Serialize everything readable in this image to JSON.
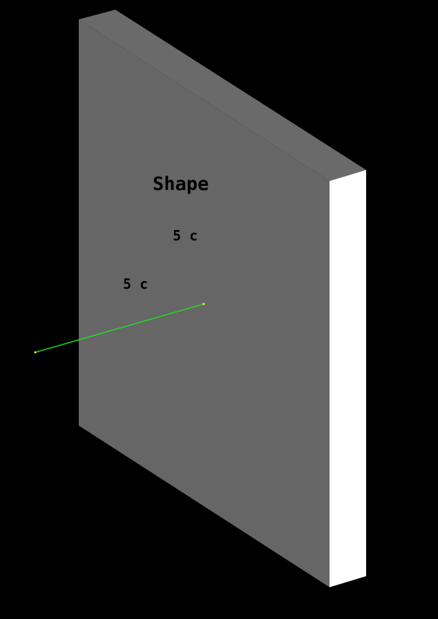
{
  "scene": {
    "background_color": "#000000",
    "front_face_color": "#666666",
    "side_face_color": "#ffffff",
    "top_face_color": "#6e6e6e",
    "leader_color": "#22dd22",
    "leader_end_color": "#ffff00"
  },
  "labels": {
    "title": "Shape",
    "dimension_1": "5 c",
    "dimension_2": "5 c"
  }
}
